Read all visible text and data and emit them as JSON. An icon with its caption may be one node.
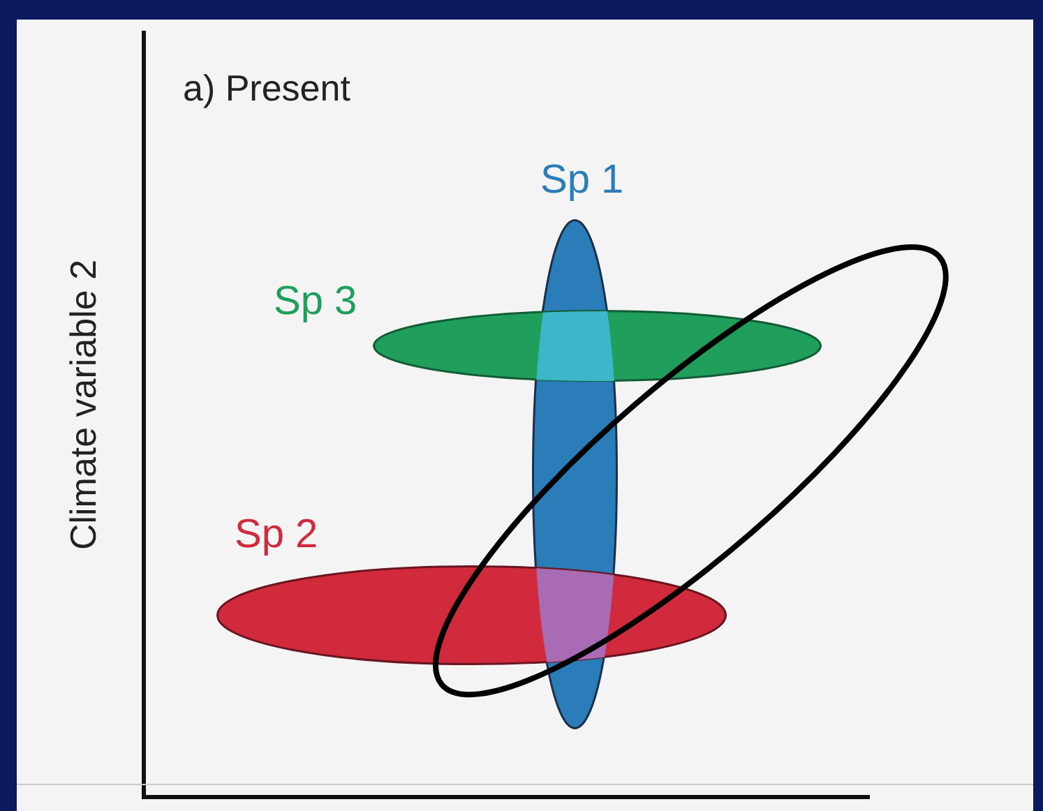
{
  "diagram": {
    "title": "a) Present",
    "nodes": [
      {
        "text": [
          "Sp 1"
        ]
      },
      {
        "text": [
          "Sp 3"
        ]
      },
      {
        "text": [
          "Sp 2"
        ]
      },
      {
        "text": [],
        "shape": "ellipse"
      }
    ],
    "labels": [
      "Climate variable 2"
    ]
  }
}
